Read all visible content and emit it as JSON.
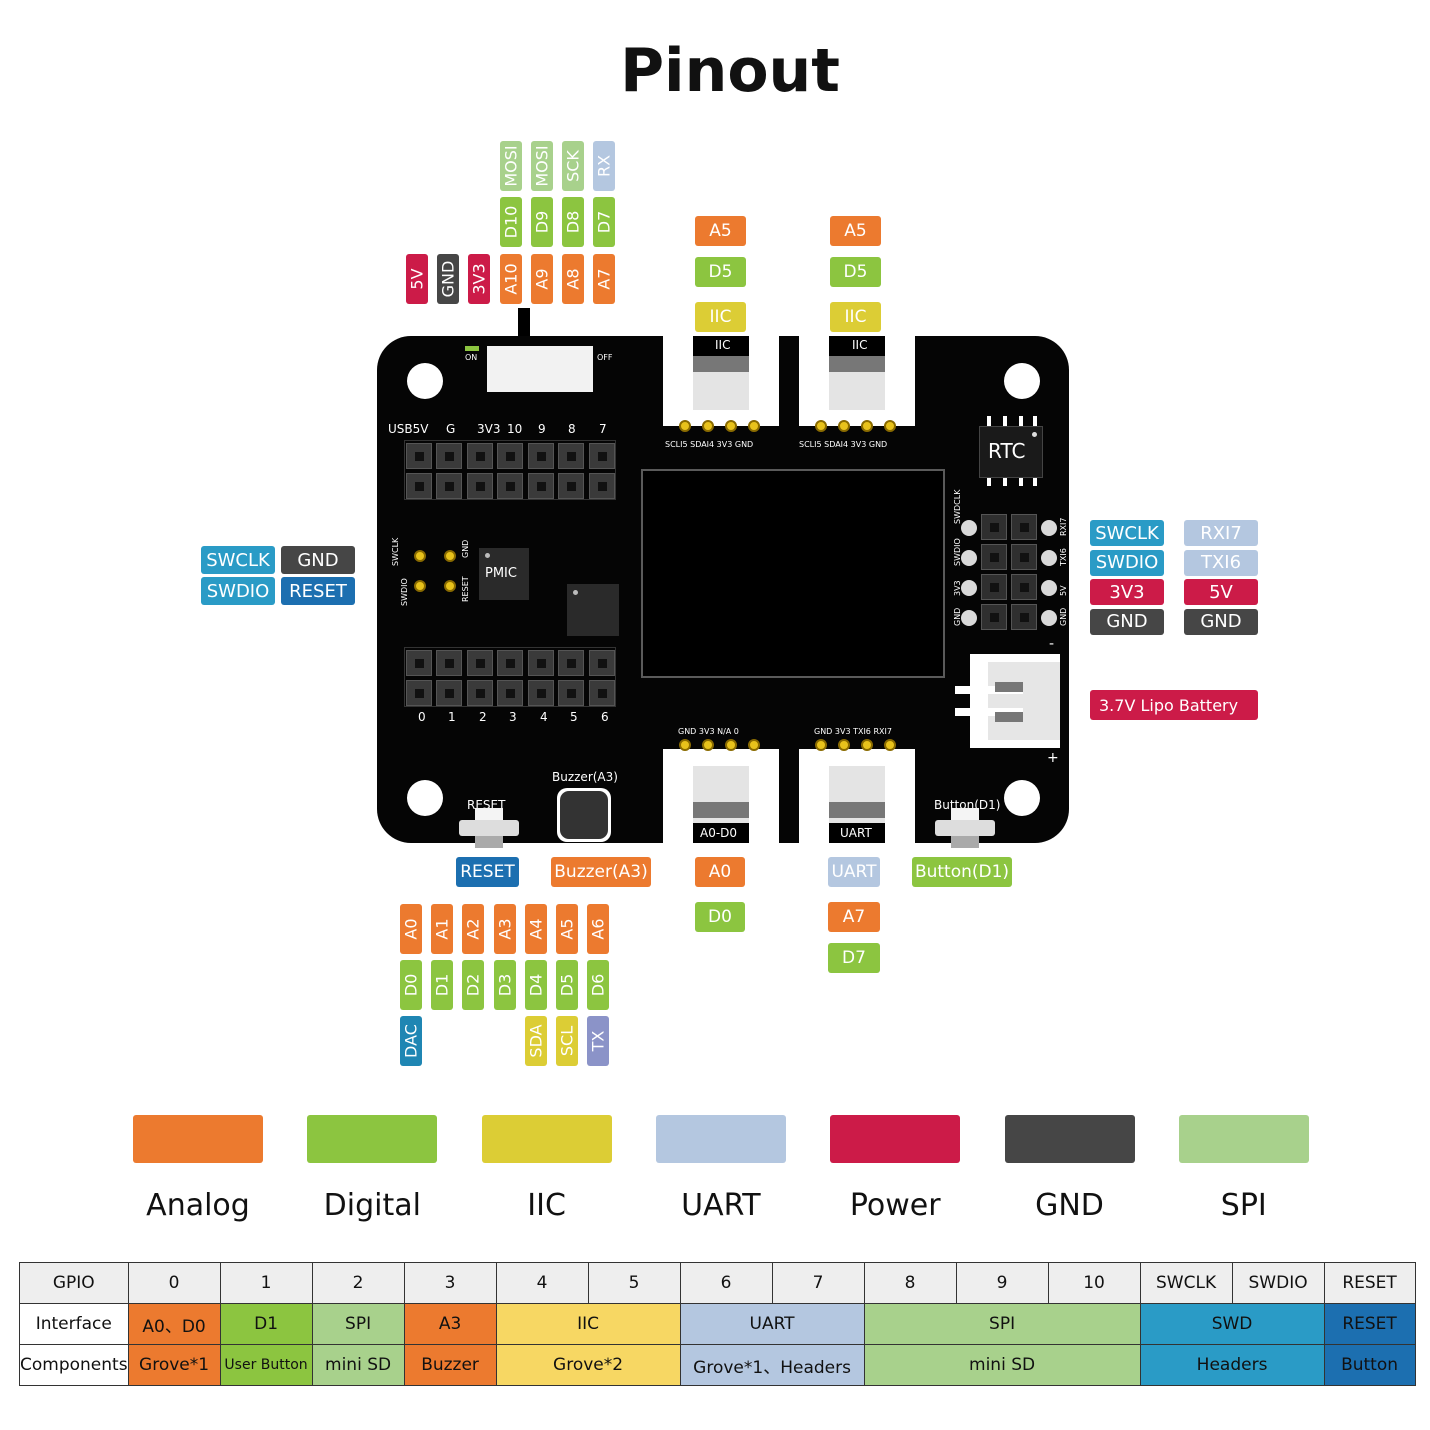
{
  "title": "Pinout",
  "colors": {
    "analog": "#ec7a2f",
    "digital": "#8cc540",
    "iic": "#dccd35",
    "uart": "#b4c7e0",
    "power": "#cc1b48",
    "gnd": "#464646",
    "spi": "#a8d18c",
    "swd": "#2a9bc6",
    "reset": "#1c6fb0",
    "uartdark": "#8b93c8",
    "dac": "#1f86b3"
  },
  "top_pins": {
    "row3": [
      "5V",
      "GND",
      "3V3",
      "A10",
      "A9",
      "A8",
      "A7"
    ],
    "row2": [
      "D10",
      "D9",
      "D8",
      "D7"
    ],
    "row1": [
      "MOSI",
      "MOSI",
      "SCK",
      "RX"
    ]
  },
  "grove_top": {
    "left": [
      "A5",
      "D5",
      "IIC"
    ],
    "right": [
      "A5",
      "D5",
      "IIC"
    ],
    "connector_label": "IIC",
    "pins_text": "SCLI5  SDAI4  3V3   GND"
  },
  "swd_left": [
    "SWCLK",
    "GND",
    "SWDIO",
    "RESET"
  ],
  "swd_right": [
    "SWCLK",
    "RXI7",
    "SWDIO",
    "TXI6",
    "3V3",
    "5V",
    "GND",
    "GND"
  ],
  "battery": "3.7V Lipo Battery",
  "board": {
    "switch_on": "ON",
    "switch_off": "OFF",
    "header_top_labels": [
      "USB5V",
      "G",
      "3V3",
      "10",
      "9",
      "8",
      "7"
    ],
    "header_bottom_labels": [
      "0",
      "1",
      "2",
      "3",
      "4",
      "5",
      "6"
    ],
    "pmic": "PMIC",
    "rtc": "RTC",
    "swd_pad_labels": [
      "SWCLK",
      "GND",
      "SWDIO",
      "RESET"
    ],
    "right_header_left_labels": [
      "SWDCLK",
      "SWDIO",
      "3V3",
      "GND"
    ],
    "right_header_right_labels": [
      "RXI7",
      "TXI6",
      "5V",
      "GND"
    ],
    "buzzer": "Buzzer(A3)",
    "reset": "RESET",
    "button": "Button(D1)",
    "grove_a0d0_pins": "GND  3V3  N/A   0",
    "grove_uart_pins": "GND  3V3  TXI6  RXI7",
    "grove_a0d0": "A0-D0",
    "grove_uart": "UART",
    "battery_minus": "-",
    "battery_plus": "+"
  },
  "bottom_tags": {
    "reset": "RESET",
    "buzzer": "Buzzer(A3)",
    "a0d0": [
      "A0",
      "D0"
    ],
    "uart": [
      "UART",
      "A7",
      "D7"
    ],
    "button": "Button(D1)"
  },
  "bottom_pins": {
    "row1": [
      "A0",
      "A1",
      "A2",
      "A3",
      "A4",
      "A5",
      "A6"
    ],
    "row2": [
      "D0",
      "D1",
      "D2",
      "D3",
      "D4",
      "D5",
      "D6"
    ],
    "row3": [
      "DAC",
      "",
      "",
      "",
      "SDA",
      "SCL",
      "TX"
    ]
  },
  "legend": [
    "Analog",
    "Digital",
    "IIC",
    "UART",
    "Power",
    "GND",
    "SPI"
  ],
  "table": {
    "gpio": [
      "GPIO",
      "0",
      "1",
      "2",
      "3",
      "4",
      "5",
      "6",
      "7",
      "8",
      "9",
      "10",
      "SWCLK",
      "SWDIO",
      "RESET"
    ],
    "interface": [
      "Interface",
      "A0、D0",
      "D1",
      "SPI",
      "A3",
      "IIC",
      "UART",
      "SPI",
      "SWD",
      "RESET"
    ],
    "components": [
      "Components",
      "Grove*1",
      "User Button",
      "mini SD",
      "Buzzer",
      "Grove*2",
      "Grove*1、Headers",
      "mini SD",
      "Headers",
      "Button"
    ]
  }
}
